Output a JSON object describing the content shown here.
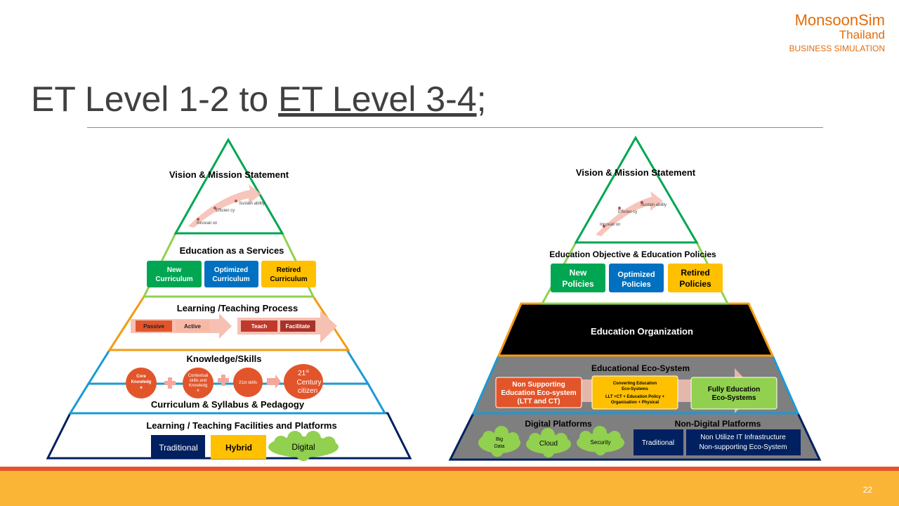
{
  "logo": {
    "line1": "MonsoonSim",
    "line2": "Thailand",
    "line3": "BUSINESS SIMULATION"
  },
  "title": {
    "part1": "ET Level 1-2 to ",
    "part2": "ET Level 3-4",
    "part3": ";"
  },
  "left_pyramid": {
    "vision": "Vision & Mission Statement",
    "arrow_labels": [
      "Innovati on",
      "Efficien cy",
      "Sustain ability"
    ],
    "services_title": "Education  as a Services",
    "curricula": [
      "New Curriculum",
      "Optimized Curriculum",
      "Retired Curriculum"
    ],
    "process_title": "Learning /Teaching Process",
    "process_items": [
      "Passive",
      "Active",
      "Teach",
      "Facilitate"
    ],
    "knowledge_title": "Knowledge/Skills",
    "knowledge_items": [
      "Core Knowledge",
      "Contextual skills and Knowledge",
      "21st skills",
      "21st Century citizen"
    ],
    "curriculum_title": "Curriculum & Syllabus & Pedagogy",
    "facilities_title": "Learning / Teaching Facilities and Platforms",
    "platforms": [
      "Traditional",
      "Hybrid",
      "Digital"
    ]
  },
  "right_pyramid": {
    "vision": "Vision & Mission Statement",
    "arrow_labels": [
      "Innovati on",
      "Efficien cy",
      "Sustain ability"
    ],
    "objective_title": "Education Objective & Education Policies",
    "policies": [
      "New Policies",
      "Optimized Policies",
      "Retired Policies"
    ],
    "organization": "Education Organization",
    "ecosystem_title": "Educational Eco-System",
    "ecosystems": [
      "Non Supporting Education Eco-system (LTT and CT)",
      "Converting Education Eco-Systems",
      "LLT +CT + Education Policy + Organisation + Physical",
      "Fully Education Eco-Systems"
    ],
    "digital_title": "Digital Platforms",
    "nondigital_title": "Non-Digital Platforms",
    "digital_items": [
      "Big Data",
      "Cloud",
      "Security"
    ],
    "nondigital_items": [
      "Traditional",
      "Non Utilize IT Infrastructure",
      "Non-supporting Eco-System"
    ]
  },
  "page_number": "22",
  "colors": {
    "green": "#00a651",
    "blue": "#0070c0",
    "yellow": "#ffc000",
    "orange": "#f39c12",
    "red": "#e2552a",
    "navy": "#002060",
    "teal": "#1a9ad6",
    "lightgreen": "#92d050"
  }
}
